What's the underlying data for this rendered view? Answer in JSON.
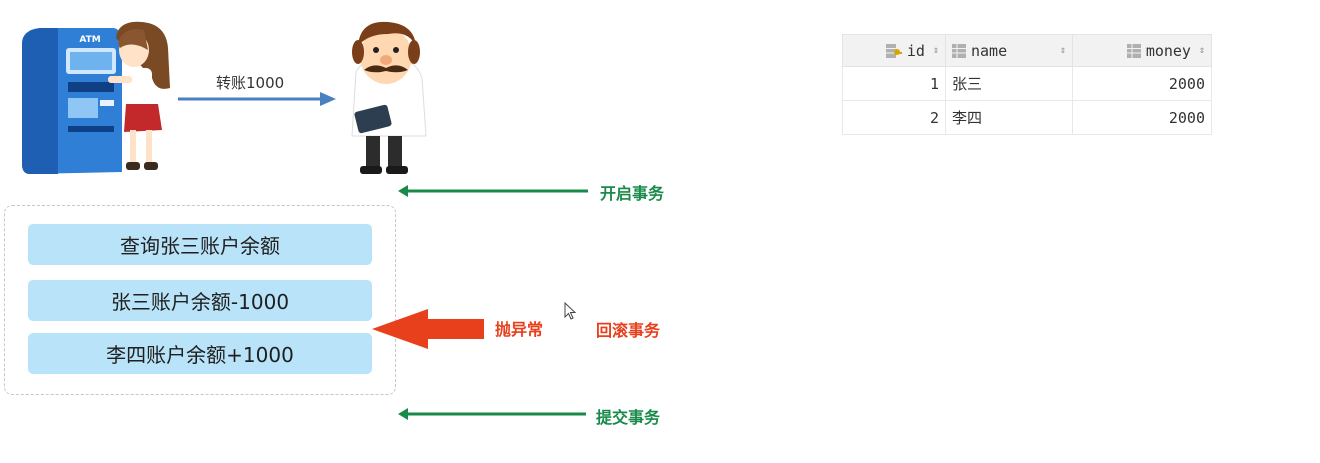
{
  "illustration": {
    "atm_sign": "ATM",
    "transfer_label": "转账1000"
  },
  "steps": [
    "查询张三账户余额",
    "张三账户余额-1000",
    "李四账户余额+1000"
  ],
  "annotations": {
    "begin": "开启事务",
    "exception": "抛异常",
    "rollback": "回滚事务",
    "commit": "提交事务"
  },
  "table": {
    "columns": [
      "id",
      "name",
      "money"
    ],
    "rows": [
      {
        "id": "1",
        "name": "张三",
        "money": "2000"
      },
      {
        "id": "2",
        "name": "李四",
        "money": "2000"
      }
    ]
  },
  "colors": {
    "step_fill": "#b9e3f8",
    "green": "#1a8a4a",
    "red": "#e8401c",
    "blue_arrow": "#4a7fc1"
  }
}
